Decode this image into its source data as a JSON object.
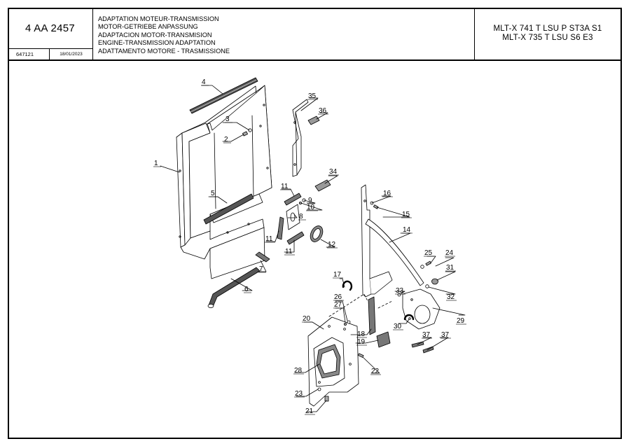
{
  "header": {
    "document_ref": "4 AA 2457",
    "code": "647121",
    "date": "18/01/2023",
    "titles": [
      "ADAPTATION MOTEUR-TRANSMISSION",
      "MOTOR-GETRIEBE ANPASSUNG",
      "ADAPTACION MOTOR-TRANSMISION",
      "ENGINE-TRANSMISSION ADAPTATION",
      "ADATTAMENTO MOTORE - TRASMISSIONE"
    ],
    "models": [
      "MLT-X 741 T LSU P ST3A S1",
      "MLT-X 735 T LSU S6 E3"
    ]
  },
  "callouts": [
    "1",
    "2",
    "3",
    "4",
    "5",
    "6",
    "7",
    "8",
    "9",
    "10",
    "11",
    "11",
    "11",
    "12",
    "14",
    "15",
    "16",
    "17",
    "18",
    "19",
    "20",
    "21",
    "22",
    "23",
    "24",
    "25",
    "26",
    "27",
    "28",
    "29",
    "30",
    "31",
    "32",
    "33",
    "34",
    "35",
    "36",
    "37",
    "37"
  ]
}
